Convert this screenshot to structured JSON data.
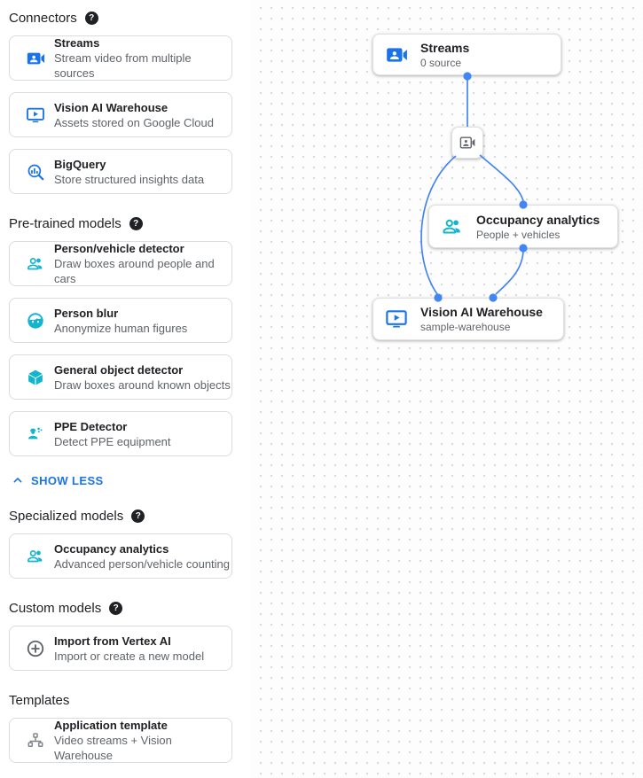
{
  "colors": {
    "blue": "#1a73e8",
    "teal": "#12b5cb",
    "gray_icon": "#5f6368",
    "edge": "#4285f4"
  },
  "sidebar": {
    "show_less": "SHOW LESS",
    "sections": [
      {
        "title": "Connectors",
        "has_help": true,
        "items": [
          {
            "icon": "video-camera-icon",
            "title": "Streams",
            "subtitle": "Stream video from multiple sources"
          },
          {
            "icon": "warehouse-display-icon",
            "title": "Vision AI Warehouse",
            "subtitle": "Assets stored on Google Cloud"
          },
          {
            "icon": "bigquery-icon",
            "title": "BigQuery",
            "subtitle": "Store structured insights data"
          }
        ]
      },
      {
        "title": "Pre-trained models",
        "has_help": true,
        "items": [
          {
            "icon": "people-icon",
            "title": "Person/vehicle detector",
            "subtitle": "Draw boxes around people and cars"
          },
          {
            "icon": "face-icon",
            "title": "Person blur",
            "subtitle": "Anonymize human figures"
          },
          {
            "icon": "cube-icon",
            "title": "General object detector",
            "subtitle": "Draw boxes around known objects"
          },
          {
            "icon": "ppe-icon",
            "title": "PPE Detector",
            "subtitle": "Detect PPE equipment"
          }
        ]
      },
      {
        "title": "Specialized models",
        "has_help": true,
        "items": [
          {
            "icon": "people-icon",
            "title": "Occupancy analytics",
            "subtitle": "Advanced person/vehicle counting"
          }
        ]
      },
      {
        "title": "Custom models",
        "has_help": true,
        "items": [
          {
            "icon": "plus-circle-icon",
            "title": "Import from Vertex AI",
            "subtitle": "Import or create a new model"
          }
        ]
      },
      {
        "title": "Templates",
        "has_help": false,
        "items": [
          {
            "icon": "tree-icon",
            "title": "Application template",
            "subtitle": "Video streams + Vision Warehouse"
          }
        ]
      }
    ]
  },
  "canvas": {
    "nodes": {
      "streams": {
        "title": "Streams",
        "subtitle": "0 source"
      },
      "occupancy": {
        "title": "Occupancy analytics",
        "subtitle": "People + vehicles"
      },
      "warehouse": {
        "title": "Vision AI Warehouse",
        "subtitle": "sample-warehouse"
      }
    }
  }
}
